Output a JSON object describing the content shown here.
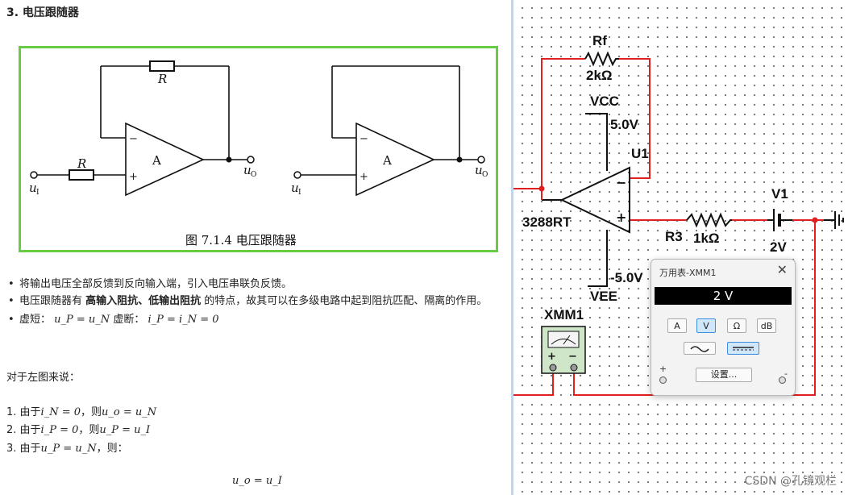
{
  "doc": {
    "section_title": "3. 电压跟随器",
    "figure": {
      "caption": "图 7.1.4   电压跟随器",
      "label_R": "R",
      "label_A": "A",
      "label_minus": "−",
      "label_plus": "+",
      "label_uo": "u",
      "label_uo_sub": "O",
      "label_ui": "u",
      "label_ui_sub": "I"
    },
    "bullet1": "将输出电压全部反馈到反向输入端，引入电压串联负反馈。",
    "bullet2_pre": "电压跟随器有 ",
    "bullet2_bold": "高输入阻抗、低输出阻抗",
    "bullet2_post": " 的特点，故其可以在多级电路中起到阻抗匹配、隔离的作用。",
    "bullet3_pre": "虚短：",
    "bullet3_eq1": "u_P = u_N",
    "bullet3_mid": " 虚断：",
    "bullet3_eq2": "i_P = i_N = 0",
    "intro": "对于左图来说：",
    "step1_pre": "1. 由于",
    "step1_eq1": "i_N = 0",
    "step1_mid": "，则",
    "step1_eq2": "u_o = u_N",
    "step2_pre": "2. 由于",
    "step2_eq1": "i_P = 0",
    "step2_mid": "，则",
    "step2_eq2": "u_P = u_I",
    "step3_pre": "3. 由于",
    "step3_eq1": "u_P = u_N",
    "step3_mid": "，则：",
    "result_eq": "u_o = u_I"
  },
  "circuit": {
    "rf_name": "Rf",
    "rf_value": "2kΩ",
    "vcc_name": "VCC",
    "vcc_value": "5.0V",
    "u1_name": "U1",
    "opamp_model": "3288RT",
    "r3_name": "R3",
    "r3_value": "1kΩ",
    "v1_name": "V1",
    "v1_value": "2V",
    "vee_value": "-5.0V",
    "vee_name": "VEE",
    "xmm1_name": "XMM1",
    "xmm_plus": "+",
    "xmm_minus": "−",
    "opamp_minus": "−",
    "opamp_plus": "+"
  },
  "multimeter": {
    "title": "万用表-XMM1",
    "close_icon": "close-icon",
    "reading": "2 V",
    "mode_buttons": [
      "A",
      "V",
      "Ω",
      "dB"
    ],
    "active_mode": "V",
    "wave_buttons": [
      "ac-wave-icon",
      "dc-line-icon"
    ],
    "active_wave": "dc-line-icon",
    "settings_label": "设置...",
    "plus_label": "+",
    "minus_label": "-"
  },
  "watermark": "CSDN @孔镜观栏",
  "colors": {
    "wire_red": "#e0201e",
    "wire_black": "#111111",
    "figure_border": "#66cc44",
    "active_button": "#cfe6fb"
  }
}
